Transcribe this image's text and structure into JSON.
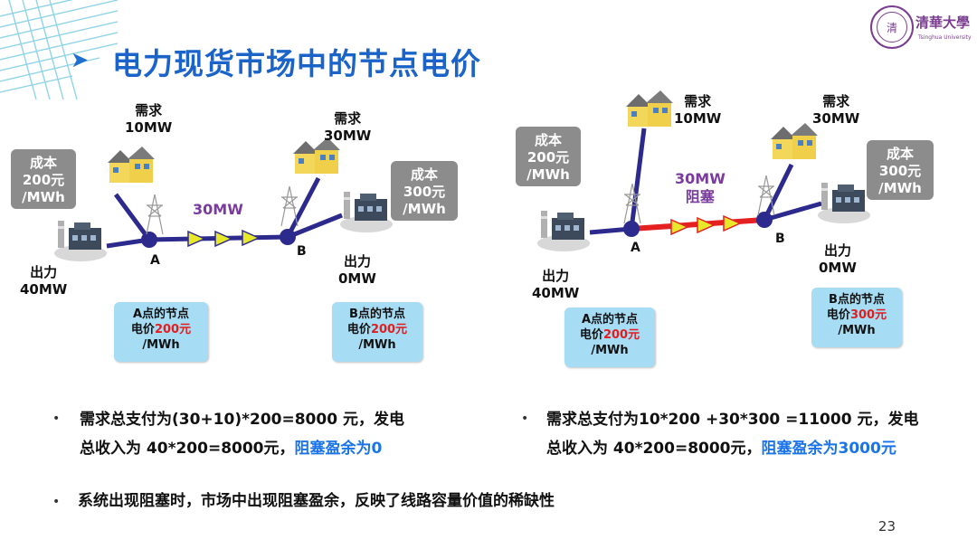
{
  "title": "电力现货市场中的节点电价",
  "logo": {
    "seal": "清",
    "name": "清華大學",
    "sub": "Tsinghua University"
  },
  "left": {
    "demand_a": {
      "label": "需求",
      "value": "10MW"
    },
    "demand_b": {
      "label": "需求",
      "value": "30MW"
    },
    "cost_a": {
      "line1": "成本",
      "line2": "200元",
      "line3": "/MWh"
    },
    "cost_b": {
      "line1": "成本",
      "line2": "300元",
      "line3": "/MWh"
    },
    "gen_a": {
      "label": "出力",
      "value": "40MW"
    },
    "gen_b": {
      "label": "出力",
      "value": "0MW"
    },
    "node_a": "A",
    "node_b": "B",
    "flow": "30MW",
    "price_a": {
      "pre": "A点的节点",
      "mid": "电价",
      "val": "200元",
      "unit": "/MWh"
    },
    "price_b": {
      "pre": "B点的节点",
      "mid": "电价",
      "val": "200元",
      "unit": "/MWh"
    }
  },
  "right": {
    "demand_a": {
      "label": "需求",
      "value": "10MW"
    },
    "demand_b": {
      "label": "需求",
      "value": "30MW"
    },
    "cost_a": {
      "line1": "成本",
      "line2": "200元",
      "line3": "/MWh"
    },
    "cost_b": {
      "line1": "成本",
      "line2": "300元",
      "line3": "/MWh"
    },
    "gen_a": {
      "label": "出力",
      "value": "40MW"
    },
    "gen_b": {
      "label": "出力",
      "value": "0MW"
    },
    "node_a": "A",
    "node_b": "B",
    "flow": "30MW",
    "flow_status": "阻塞",
    "price_a": {
      "pre": "A点的节点",
      "mid": "电价",
      "val": "200元",
      "unit": "/MWh"
    },
    "price_b": {
      "pre": "B点的节点",
      "mid": "电价",
      "val": "300元",
      "unit": "/MWh"
    }
  },
  "bullets": {
    "b1_line1": "需求总支付为(30+10)*200=8000 元，发电",
    "b1_line2a": "总收入为 40*200=8000元，",
    "b1_line2b": "阻塞盈余为0",
    "b2_line1": "需求总支付为10*200 +30*300 =11000 元，发电",
    "b2_line2a": "总收入为 40*200=8000元，",
    "b2_line2b": "阻塞盈余为3000元",
    "b3": "系统出现阻塞时，市场中出现阻塞盈余，反映了线路容量价值的稀缺性"
  },
  "page_number": "23",
  "colors": {
    "title": "#1a63c9",
    "line": "#2c2a8c",
    "congested": "#e52020",
    "arrow": "#e8e82a",
    "cost_box": "#8c8c8c",
    "price_box": "#a6ddf5",
    "highlight": "#1a73e8"
  }
}
